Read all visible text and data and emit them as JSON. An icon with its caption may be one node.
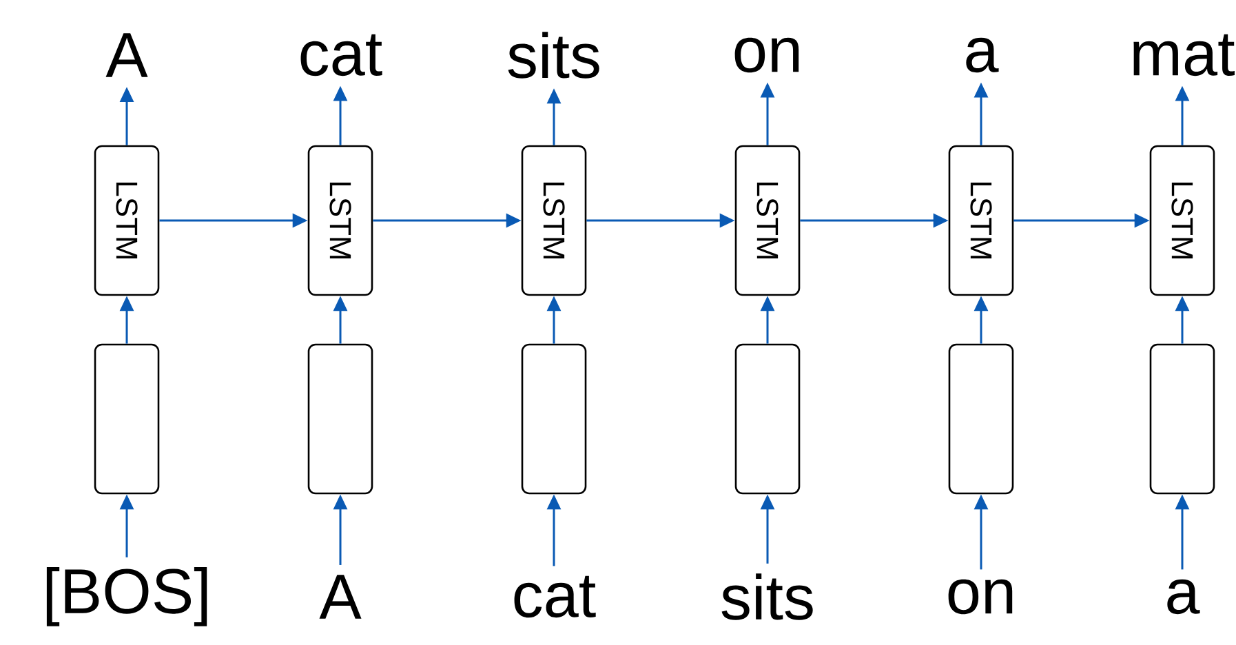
{
  "diagram": {
    "nodes": [
      {
        "text": [
          "A"
        ]
      },
      {
        "text": [
          "cat"
        ]
      },
      {
        "text": [
          "sits"
        ]
      },
      {
        "text": [
          "on"
        ]
      },
      {
        "text": [
          "a"
        ]
      },
      {
        "text": [
          "mat"
        ]
      },
      {
        "text": [
          "LSTM"
        ]
      },
      {
        "text": [
          "LSTM"
        ]
      },
      {
        "text": [
          "LSTM"
        ]
      },
      {
        "text": [
          "LSTM"
        ]
      },
      {
        "text": [
          "LSTM"
        ]
      },
      {
        "text": [
          "LSTM"
        ]
      },
      {
        "text": [],
        "shape": "box"
      },
      {
        "text": [],
        "shape": "box"
      },
      {
        "text": [],
        "shape": "box"
      },
      {
        "text": [],
        "shape": "box"
      },
      {
        "text": [],
        "shape": "box"
      },
      {
        "text": [],
        "shape": "box"
      },
      {
        "text": [
          "[BOS]"
        ]
      },
      {
        "text": [
          "A"
        ]
      },
      {
        "text": [
          "cat"
        ]
      },
      {
        "text": [
          "sits"
        ]
      },
      {
        "text": [
          "on"
        ]
      },
      {
        "text": [
          "a"
        ]
      }
    ],
    "edges": [
      {
        "from": 18,
        "to": 12,
        "arrow": "to"
      },
      {
        "from": 19,
        "to": 13,
        "arrow": "to"
      },
      {
        "from": 20,
        "to": 14,
        "arrow": "to"
      },
      {
        "from": 21,
        "to": 15,
        "arrow": "to"
      },
      {
        "from": 22,
        "to": 16,
        "arrow": "to"
      },
      {
        "from": 23,
        "to": 17,
        "arrow": "to"
      },
      {
        "from": 12,
        "to": 6,
        "arrow": "to"
      },
      {
        "from": 13,
        "to": 7,
        "arrow": "to"
      },
      {
        "from": 14,
        "to": 8,
        "arrow": "to"
      },
      {
        "from": 15,
        "to": 9,
        "arrow": "to"
      },
      {
        "from": 16,
        "to": 10,
        "arrow": "to"
      },
      {
        "from": 17,
        "to": 11,
        "arrow": "to"
      },
      {
        "from": 6,
        "to": 0,
        "arrow": "to"
      },
      {
        "from": 7,
        "to": 1,
        "arrow": "to"
      },
      {
        "from": 8,
        "to": 2,
        "arrow": "to"
      },
      {
        "from": 9,
        "to": 3,
        "arrow": "to"
      },
      {
        "from": 10,
        "to": 4,
        "arrow": "to"
      },
      {
        "from": 11,
        "to": 5,
        "arrow": "to"
      },
      {
        "from": 6,
        "to": 7,
        "arrow": "to"
      },
      {
        "from": 7,
        "to": 8,
        "arrow": "to"
      },
      {
        "from": 8,
        "to": 9,
        "arrow": "to"
      },
      {
        "from": 9,
        "to": 10,
        "arrow": "to"
      },
      {
        "from": 10,
        "to": 11,
        "arrow": "to"
      }
    ]
  }
}
